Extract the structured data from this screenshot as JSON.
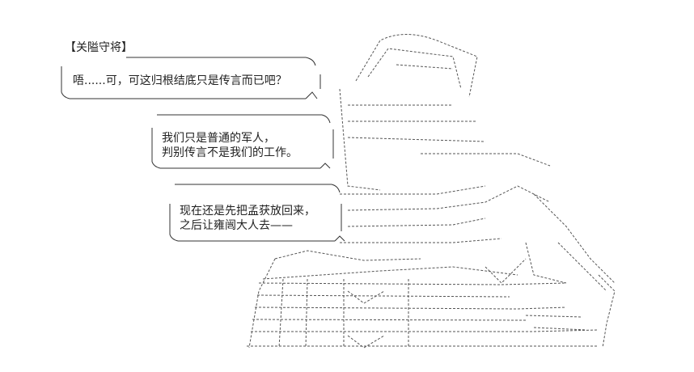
{
  "speaker": "【关隘守将】",
  "bubble1": {
    "line1": "唔......可，可这归根结底只是传言而已吧？"
  },
  "bubble2": {
    "line1": "我们只是普通的军人，",
    "line2": "判别传言不是我们的工作。"
  },
  "bubble3": {
    "line1": "现在还是先把孟获放回来，",
    "line2": "之后让雍闿大人去——"
  }
}
